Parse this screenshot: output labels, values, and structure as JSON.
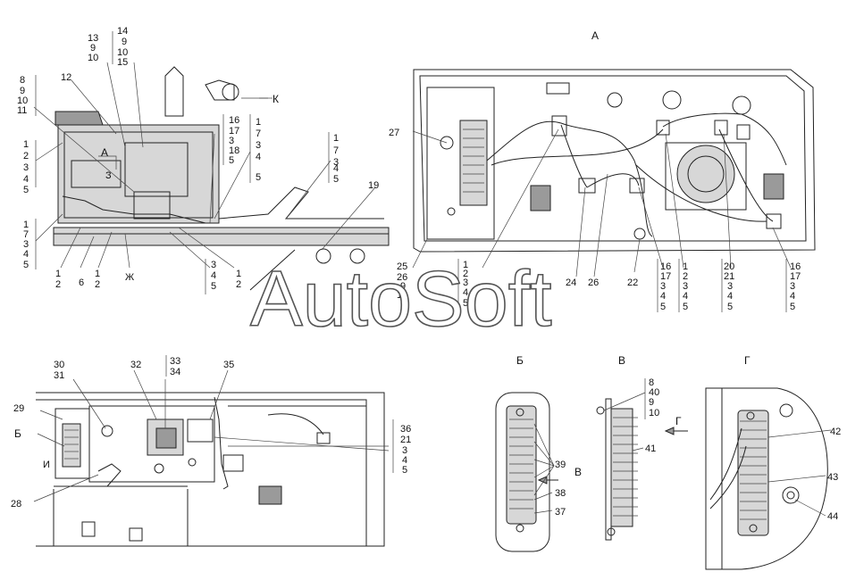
{
  "watermark": "AutoSoft",
  "views": {
    "a": "А",
    "b": "Б",
    "v": "В",
    "g": "Г",
    "k": "К",
    "zh": "Ж",
    "z": "З",
    "i": "И"
  },
  "labels": {
    "l8": "8",
    "l9": "9",
    "l10": "10",
    "l11": "11",
    "l12": "12",
    "l13": "13",
    "l14": "14",
    "l15": "15",
    "l16": "16",
    "l17": "17",
    "l18": "18",
    "l19": "19",
    "l1": "1",
    "l2": "2",
    "l3": "3",
    "l4": "4",
    "l5": "5",
    "l6": "6",
    "l7": "7",
    "l20": "20",
    "l21": "21",
    "l22": "22",
    "l24": "24",
    "l25": "25",
    "l26": "26",
    "l27": "27",
    "l28": "28",
    "l29": "29",
    "l30": "30",
    "l31": "31",
    "l32": "32",
    "l33": "33",
    "l34": "34",
    "l35": "35",
    "l36": "36",
    "l37": "37",
    "l38": "38",
    "l39": "39",
    "l40": "40",
    "l41": "41",
    "l42": "42",
    "l43": "43",
    "l44": "44"
  }
}
